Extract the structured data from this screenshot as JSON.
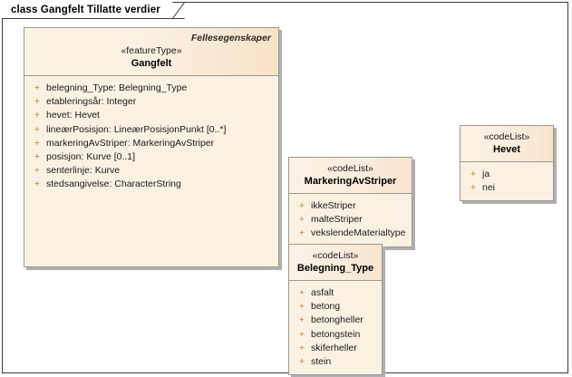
{
  "diagram": {
    "title": "class Gangfelt Tillatte verdier",
    "background_color": "#ffffff",
    "frame_border_color": "#3c3c3c",
    "box_fill_color": "#fbf1e3",
    "box_border_color": "#9a9a8c",
    "visibility_marker_color": "#c07a32",
    "shadow_color": "#b0b0b0"
  },
  "classes": [
    {
      "id": "gangfelt",
      "package": "Fellesegenskaper",
      "stereotype": "«featureType»",
      "name": "Gangfelt",
      "attributes": [
        {
          "visibility": "+",
          "signature": "belegning_Type: Belegning_Type"
        },
        {
          "visibility": "+",
          "signature": "etableringsår: Integer"
        },
        {
          "visibility": "+",
          "signature": "hevet: Hevet"
        },
        {
          "visibility": "+",
          "signature": "lineærPosisjon: LineærPosisjonPunkt [0..*]"
        },
        {
          "visibility": "+",
          "signature": "markeringAvStriper: MarkeringAvStriper"
        },
        {
          "visibility": "+",
          "signature": "posisjon: Kurve [0..1]"
        },
        {
          "visibility": "+",
          "signature": "senterlinje: Kurve"
        },
        {
          "visibility": "+",
          "signature": "stedsangivelse: CharacterString"
        }
      ]
    },
    {
      "id": "markering",
      "package": "",
      "stereotype": "«codeList»",
      "name": "MarkeringAvStriper",
      "attributes": [
        {
          "visibility": "+",
          "signature": "ikkeStriper"
        },
        {
          "visibility": "+",
          "signature": "malteStriper"
        },
        {
          "visibility": "+",
          "signature": "vekslendeMaterialtype"
        }
      ]
    },
    {
      "id": "belegning",
      "package": "",
      "stereotype": "«codeList»",
      "name": "Belegning_Type",
      "attributes": [
        {
          "visibility": "+",
          "signature": "asfalt"
        },
        {
          "visibility": "+",
          "signature": "betong"
        },
        {
          "visibility": "+",
          "signature": "betongheller"
        },
        {
          "visibility": "+",
          "signature": "betongstein"
        },
        {
          "visibility": "+",
          "signature": "skiferheller"
        },
        {
          "visibility": "+",
          "signature": "stein"
        }
      ]
    },
    {
      "id": "hevet",
      "package": "",
      "stereotype": "«codeList»",
      "name": "Hevet",
      "attributes": [
        {
          "visibility": "+",
          "signature": "ja"
        },
        {
          "visibility": "+",
          "signature": "nei"
        }
      ]
    }
  ]
}
